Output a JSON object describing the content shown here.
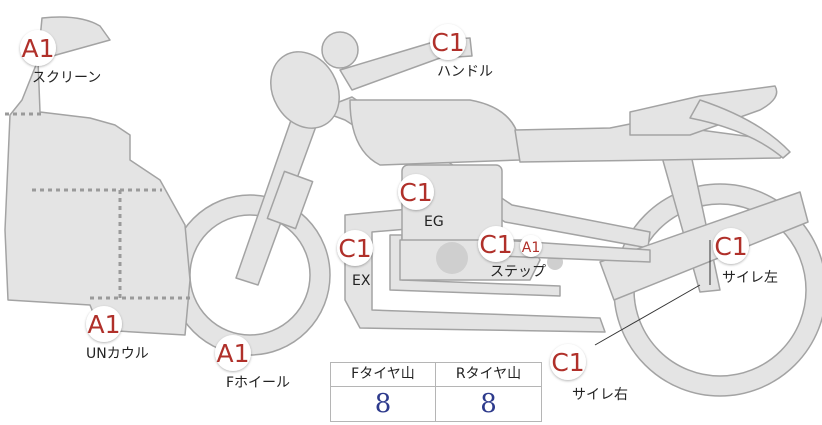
{
  "labels": {
    "screen": {
      "code": "A1",
      "name": "スクリーン"
    },
    "handle": {
      "code": "C1",
      "name": "ハンドル"
    },
    "eg": {
      "code": "C1",
      "name": "EG"
    },
    "ex": {
      "code": "C1",
      "name": "EX"
    },
    "step": {
      "code": "C1",
      "code2": "A1",
      "name": "ステップ"
    },
    "silencer_left": {
      "code": "C1",
      "name": "サイレ左"
    },
    "silencer_right": {
      "code": "C1",
      "name": "サイレ右"
    },
    "under_cowl": {
      "code": "A1",
      "name": "UNカウル"
    },
    "front_wheel": {
      "code": "A1",
      "name": "Fホイール"
    }
  },
  "tire_table": {
    "front_header": "Fタイヤ山",
    "rear_header": "Rタイヤ山",
    "front_value": "8",
    "rear_value": "8"
  },
  "colors": {
    "badge_text": "#b0302a",
    "body": "#e4e4e4",
    "outline": "#a3a3a3",
    "dashed": "#9a9a9a",
    "table_value": "#2d3a8c"
  }
}
